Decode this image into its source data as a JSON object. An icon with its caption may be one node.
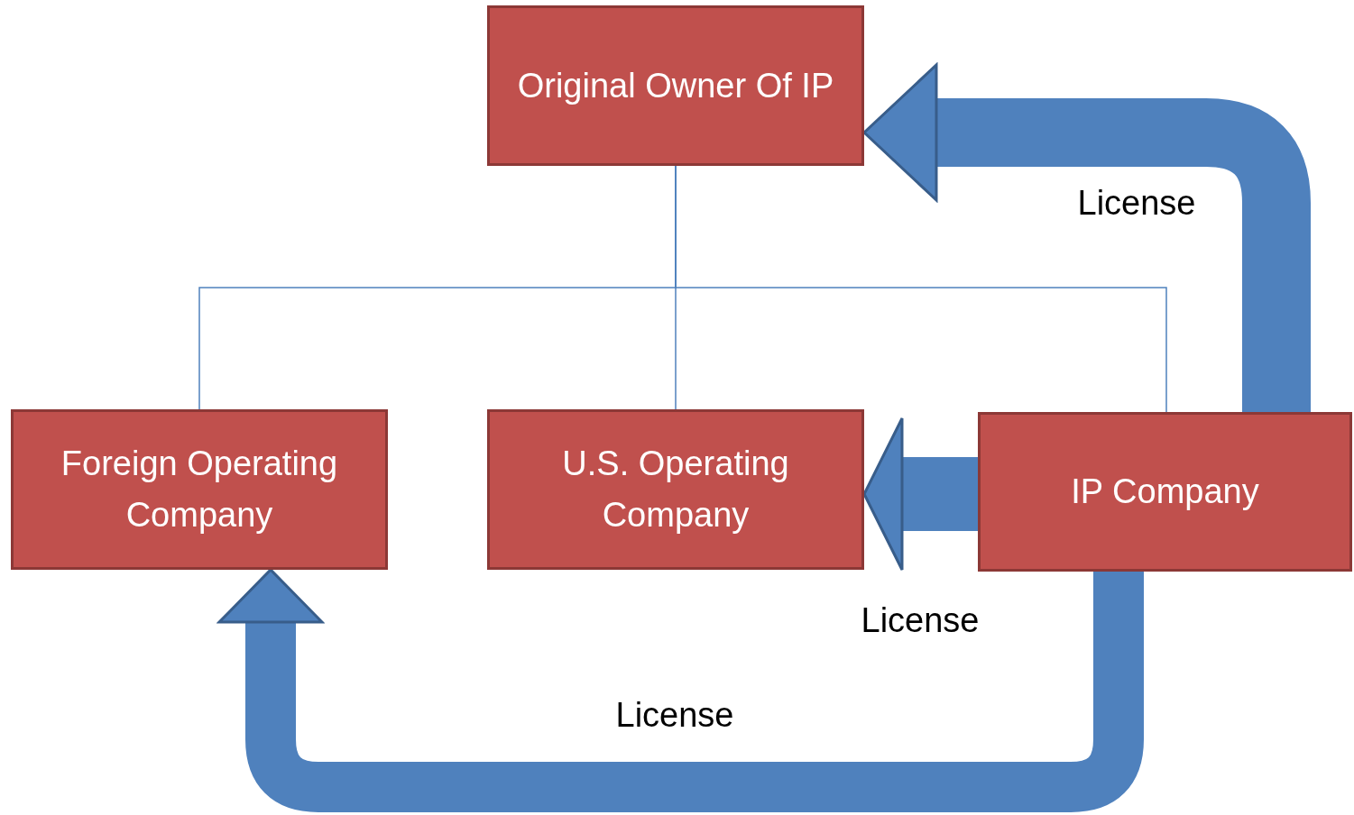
{
  "diagram": {
    "nodes": [
      {
        "text": [
          "Original Owner Of IP"
        ]
      },
      {
        "text": [
          "Foreign Operating Company"
        ]
      },
      {
        "text": [
          "U.S. Operating Company"
        ]
      },
      {
        "text": [
          "IP Company"
        ]
      }
    ],
    "edges": [
      {
        "from": 0,
        "to": 1,
        "arrow": "none"
      },
      {
        "from": 0,
        "to": 2,
        "arrow": "none"
      },
      {
        "from": 0,
        "to": 3,
        "arrow": "none"
      },
      {
        "from": 3,
        "to": 0,
        "arrow": "to",
        "label": "License",
        "style": "thick"
      },
      {
        "from": 3,
        "to": 2,
        "arrow": "to",
        "label": "License",
        "style": "thick"
      },
      {
        "from": 3,
        "to": 1,
        "arrow": "to",
        "label": "License",
        "style": "thick"
      }
    ]
  }
}
